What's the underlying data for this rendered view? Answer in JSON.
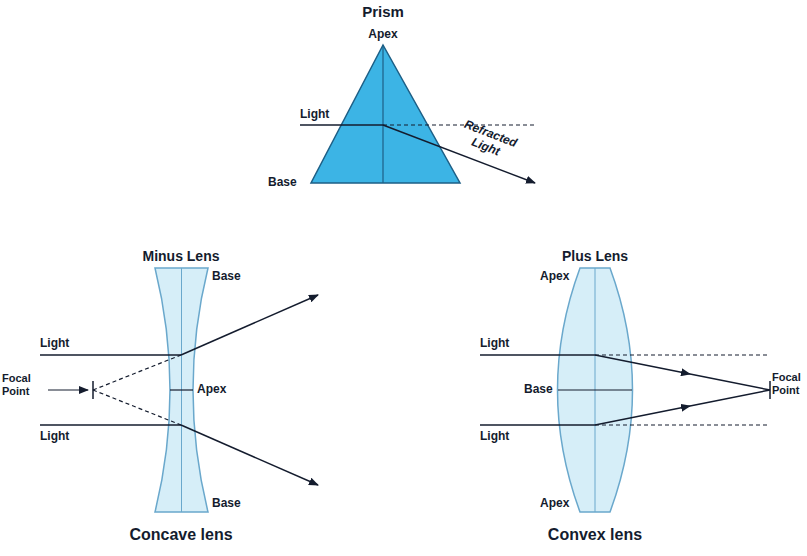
{
  "diagram": {
    "labels": [
      "Prism",
      "Apex",
      "Light",
      "Base",
      "Refracted Light",
      "Minus Lens",
      "Base",
      "Light",
      "Focal Point",
      "Apex",
      "Light",
      "Base",
      "Concave lens",
      "Plus Lens",
      "Apex",
      "Light",
      "Base",
      "Light",
      "Focal Point",
      "Apex",
      "Convex lens"
    ]
  }
}
